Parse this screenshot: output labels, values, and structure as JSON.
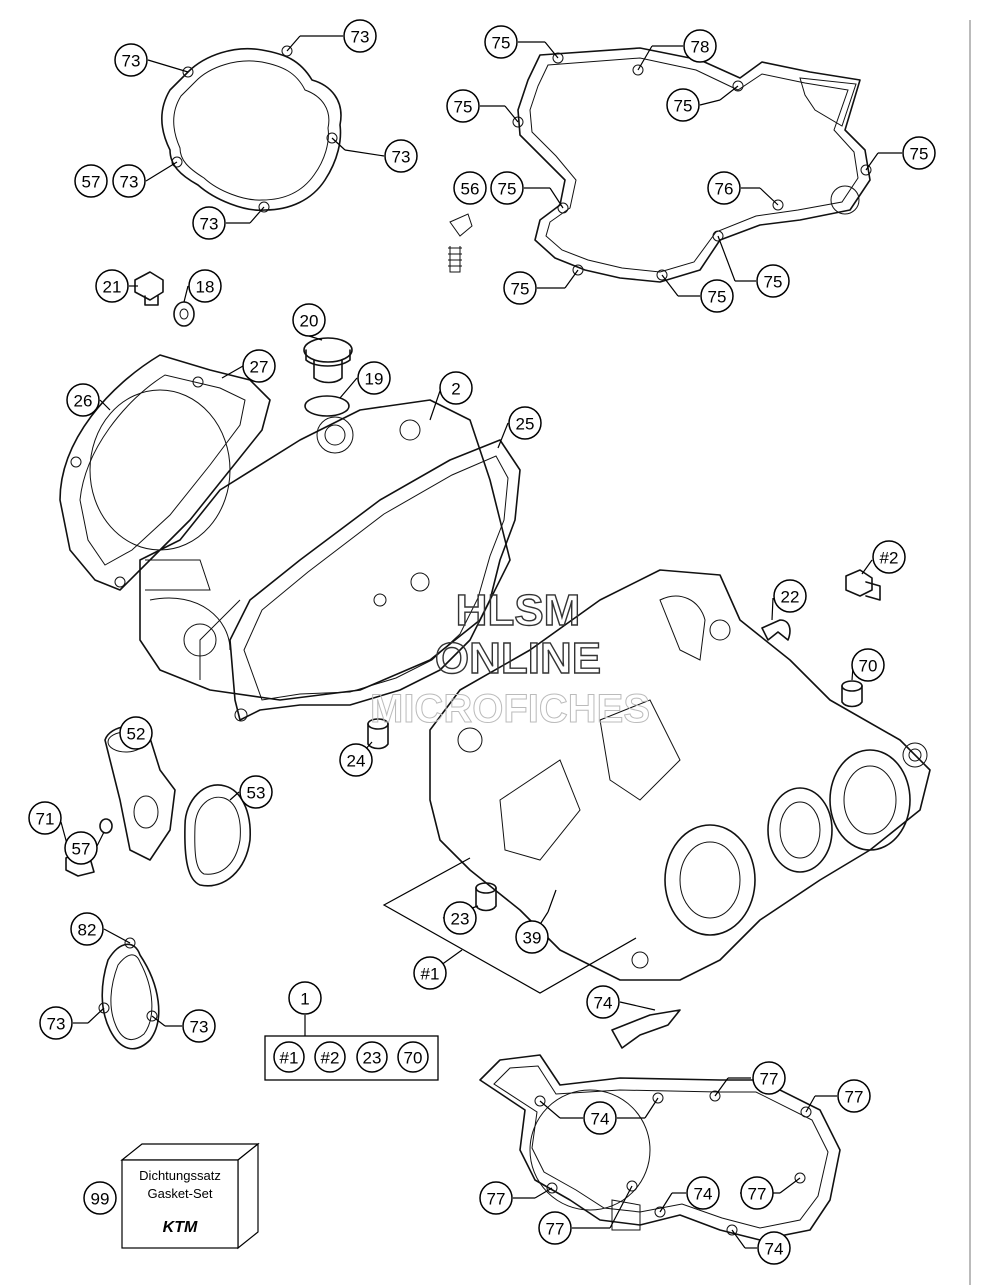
{
  "watermark": {
    "line1": "HLSM",
    "line2": "ONLINE",
    "line3": "MICROFICHES"
  },
  "gasket_box": {
    "line1": "Dichtungssatz",
    "line2": "Gasket-Set",
    "brand": "KTM"
  },
  "kit_box": {
    "items": [
      "#1",
      "#2",
      "23",
      "70"
    ]
  },
  "callouts": [
    "73",
    "73",
    "73",
    "57",
    "73",
    "73",
    "75",
    "78",
    "75",
    "75",
    "75",
    "56",
    "75",
    "76",
    "75",
    "75",
    "75",
    "21",
    "18",
    "20",
    "19",
    "2",
    "27",
    "26",
    "25",
    "#2",
    "22",
    "70",
    "52",
    "71",
    "53",
    "24",
    "57",
    "23",
    "39",
    "#1",
    "82",
    "73",
    "73",
    "1",
    "74",
    "77",
    "77",
    "74",
    "77",
    "77",
    "74",
    "77",
    "74",
    "99"
  ]
}
